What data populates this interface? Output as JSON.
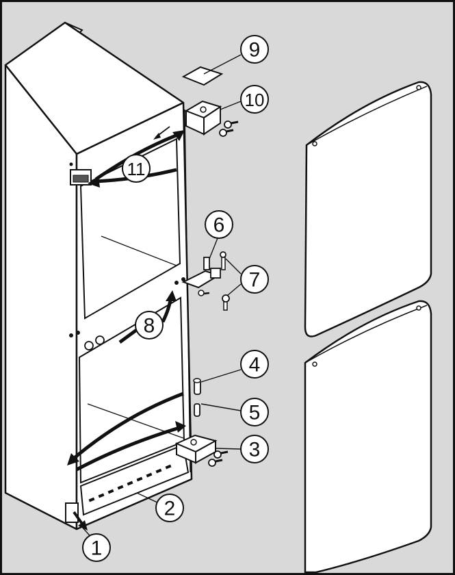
{
  "colors": {
    "background": "#d9d9d9",
    "outline": "#111111",
    "panel": "#ffffff"
  },
  "callouts": [
    {
      "id": "1",
      "label": "1"
    },
    {
      "id": "2",
      "label": "2"
    },
    {
      "id": "3",
      "label": "3"
    },
    {
      "id": "4",
      "label": "4"
    },
    {
      "id": "5",
      "label": "5"
    },
    {
      "id": "6",
      "label": "6"
    },
    {
      "id": "7",
      "label": "7"
    },
    {
      "id": "8",
      "label": "8"
    },
    {
      "id": "9",
      "label": "9"
    },
    {
      "id": "10",
      "label": "10"
    },
    {
      "id": "11",
      "label": "11"
    }
  ]
}
